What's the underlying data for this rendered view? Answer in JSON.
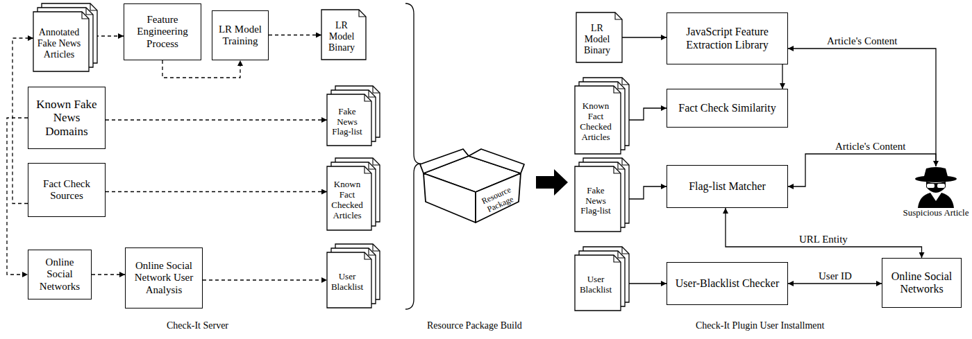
{
  "diagram": {
    "nodes": [
      {
        "text": [
          "Annotated Fake News Articles"
        ]
      },
      {
        "text": [
          "Feature Engineering Process"
        ]
      },
      {
        "text": [
          "LR Model Training"
        ]
      },
      {
        "text": [
          "LR Model Binary"
        ]
      },
      {
        "text": [
          "Known Fake News Domains"
        ]
      },
      {
        "text": [
          "Fake News Flag-list"
        ]
      },
      {
        "text": [
          "Fact Check Sources"
        ]
      },
      {
        "text": [
          "Known Fact Checked Articles"
        ]
      },
      {
        "text": [
          "Online Social Networks"
        ]
      },
      {
        "text": [
          "Online Social Network User Analysis"
        ]
      },
      {
        "text": [
          "User Blacklist"
        ]
      },
      {
        "text": [
          "Resource Package"
        ]
      },
      {
        "text": [
          "LR Model Binary"
        ]
      },
      {
        "text": [
          "JavaScript Feature Extraction Library"
        ]
      },
      {
        "text": [
          "Known Fact Checked Articles"
        ]
      },
      {
        "text": [
          "Fact Check Similarity"
        ]
      },
      {
        "text": [
          "Fake News Flag-list"
        ]
      },
      {
        "text": [
          "Flag-list Matcher"
        ]
      },
      {
        "text": [
          "User Blacklist"
        ]
      },
      {
        "text": [
          "User-Blacklist Checker"
        ]
      },
      {
        "text": [
          "Suspicious Article"
        ]
      },
      {
        "text": [
          "Online Social Networks"
        ]
      }
    ],
    "edges": [
      {
        "from": 0,
        "to": 1,
        "arrow": "to"
      },
      {
        "from": 1,
        "to": 2,
        "arrow": "to"
      },
      {
        "from": 2,
        "to": 3,
        "arrow": "to"
      },
      {
        "from": 4,
        "to": 5,
        "arrow": "to"
      },
      {
        "from": 6,
        "to": 7,
        "arrow": "to"
      },
      {
        "from": 8,
        "to": 9,
        "arrow": "to"
      },
      {
        "from": 9,
        "to": 10,
        "arrow": "to"
      },
      {
        "from": 6,
        "to": 0,
        "arrow": "to"
      },
      {
        "from": 4,
        "to": 8,
        "arrow": "to"
      },
      {
        "from": 12,
        "to": 13,
        "arrow": "to"
      },
      {
        "from": 20,
        "to": 13,
        "arrow": "both",
        "label": "Article's Content"
      },
      {
        "from": 13,
        "to": 15,
        "arrow": "to"
      },
      {
        "from": 14,
        "to": 15,
        "arrow": "to"
      },
      {
        "from": 16,
        "to": 17,
        "arrow": "to"
      },
      {
        "from": 20,
        "to": 17,
        "arrow": "to",
        "label": "Article's Content"
      },
      {
        "from": 17,
        "to": 21,
        "arrow": "both",
        "label": "URL Entity"
      },
      {
        "from": 18,
        "to": 19,
        "arrow": "to"
      },
      {
        "from": 19,
        "to": 21,
        "arrow": "both",
        "label": "User ID"
      }
    ],
    "labels": [
      "Check-It Server",
      "Resource Package Build",
      "Check-It Plugin User Installment"
    ]
  }
}
